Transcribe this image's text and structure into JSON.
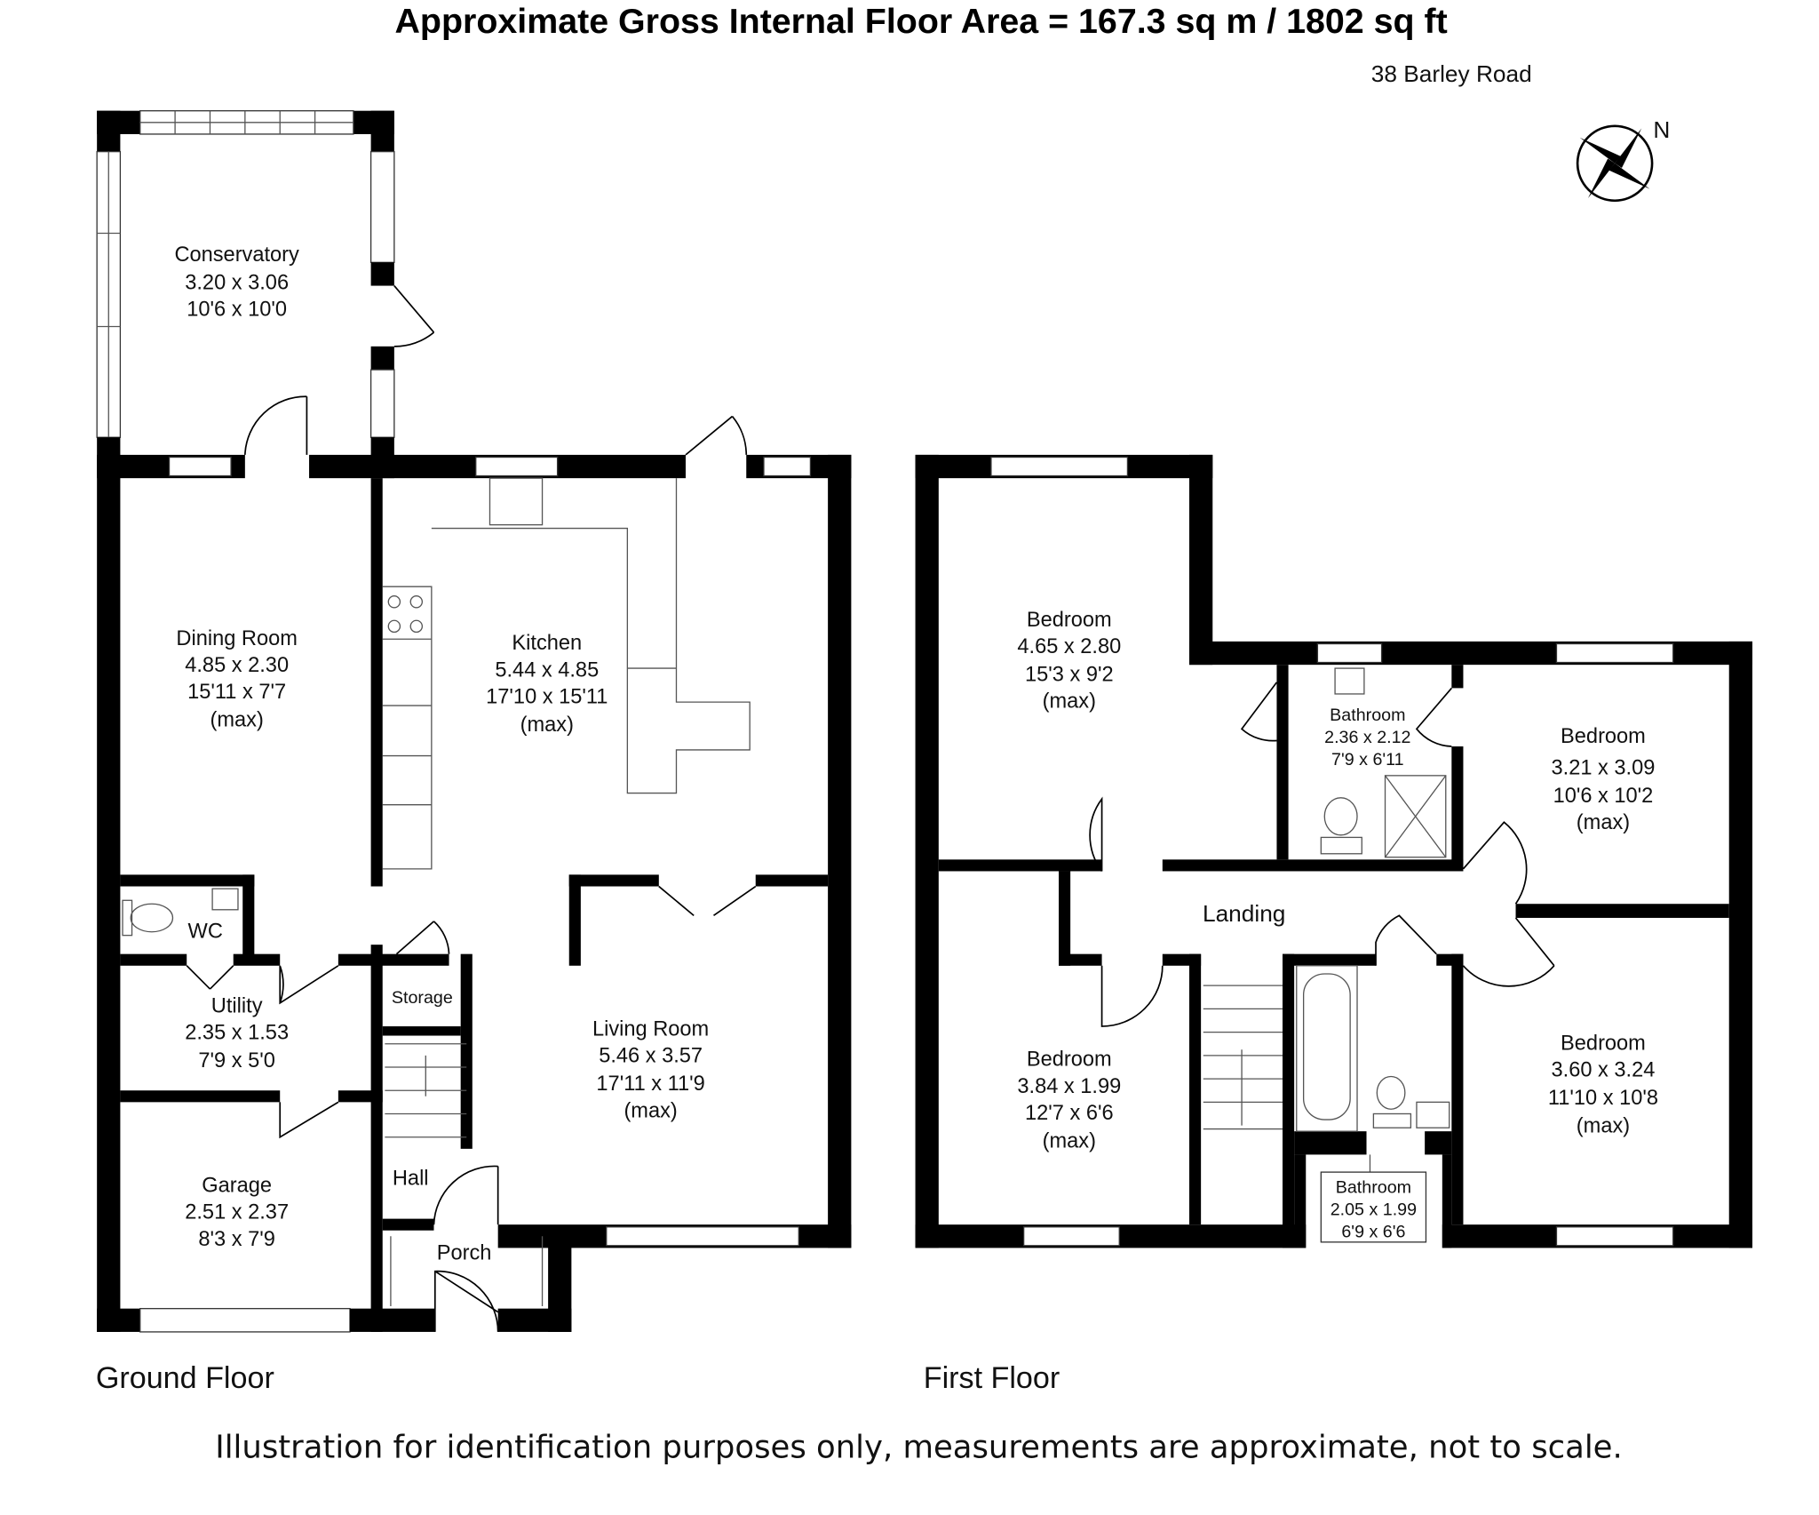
{
  "title": "Approximate Gross Internal Floor Area = 167.3 sq m / 1802 sq ft",
  "address": "38 Barley Road",
  "compass": {
    "label": "N",
    "icon": "compass-rose-icon"
  },
  "ground_floor": {
    "label": "Ground Floor",
    "rooms": {
      "conservatory": {
        "name": "Conservatory",
        "metric": "3.20 x 3.06",
        "imperial": "10'6 x 10'0"
      },
      "dining": {
        "name": "Dining Room",
        "metric": "4.85 x 2.30",
        "imperial": "15'11 x 7'7",
        "note": "(max)"
      },
      "kitchen": {
        "name": "Kitchen",
        "metric": "5.44 x 4.85",
        "imperial": "17'10 x 15'11",
        "note": "(max)"
      },
      "wc": {
        "name": "WC"
      },
      "utility": {
        "name": "Utility",
        "metric": "2.35 x 1.53",
        "imperial": "7'9 x 5'0"
      },
      "storage": {
        "name": "Storage"
      },
      "living": {
        "name": "Living Room",
        "metric": "5.46 x 3.57",
        "imperial": "17'11 x 11'9",
        "note": "(max)"
      },
      "garage": {
        "name": "Garage",
        "metric": "2.51 x 2.37",
        "imperial": "8'3 x 7'9"
      },
      "hall": {
        "name": "Hall"
      },
      "porch": {
        "name": "Porch"
      }
    }
  },
  "first_floor": {
    "label": "First Floor",
    "rooms": {
      "bed1": {
        "name": "Bedroom",
        "metric": "4.65 x 2.80",
        "imperial": "15'3 x 9'2",
        "note": "(max)"
      },
      "bath1": {
        "name": "Bathroom",
        "metric": "2.36 x 2.12",
        "imperial": "7'9 x 6'11"
      },
      "bed2": {
        "name": "Bedroom",
        "metric": "3.21 x 3.09",
        "imperial": "10'6 x 10'2",
        "note": "(max)"
      },
      "landing": {
        "name": "Landing"
      },
      "bed3": {
        "name": "Bedroom",
        "metric": "3.84 x 1.99",
        "imperial": "12'7 x 6'6",
        "note": "(max)"
      },
      "bath2": {
        "name": "Bathroom",
        "metric": "2.05 x 1.99",
        "imperial": "6'9 x 6'6"
      },
      "bed4": {
        "name": "Bedroom",
        "metric": "3.60 x 3.24",
        "imperial": "11'10 x 10'8",
        "note": "(max)"
      }
    }
  },
  "disclaimer": "Illustration for identification purposes only, measurements are approximate, not to scale."
}
